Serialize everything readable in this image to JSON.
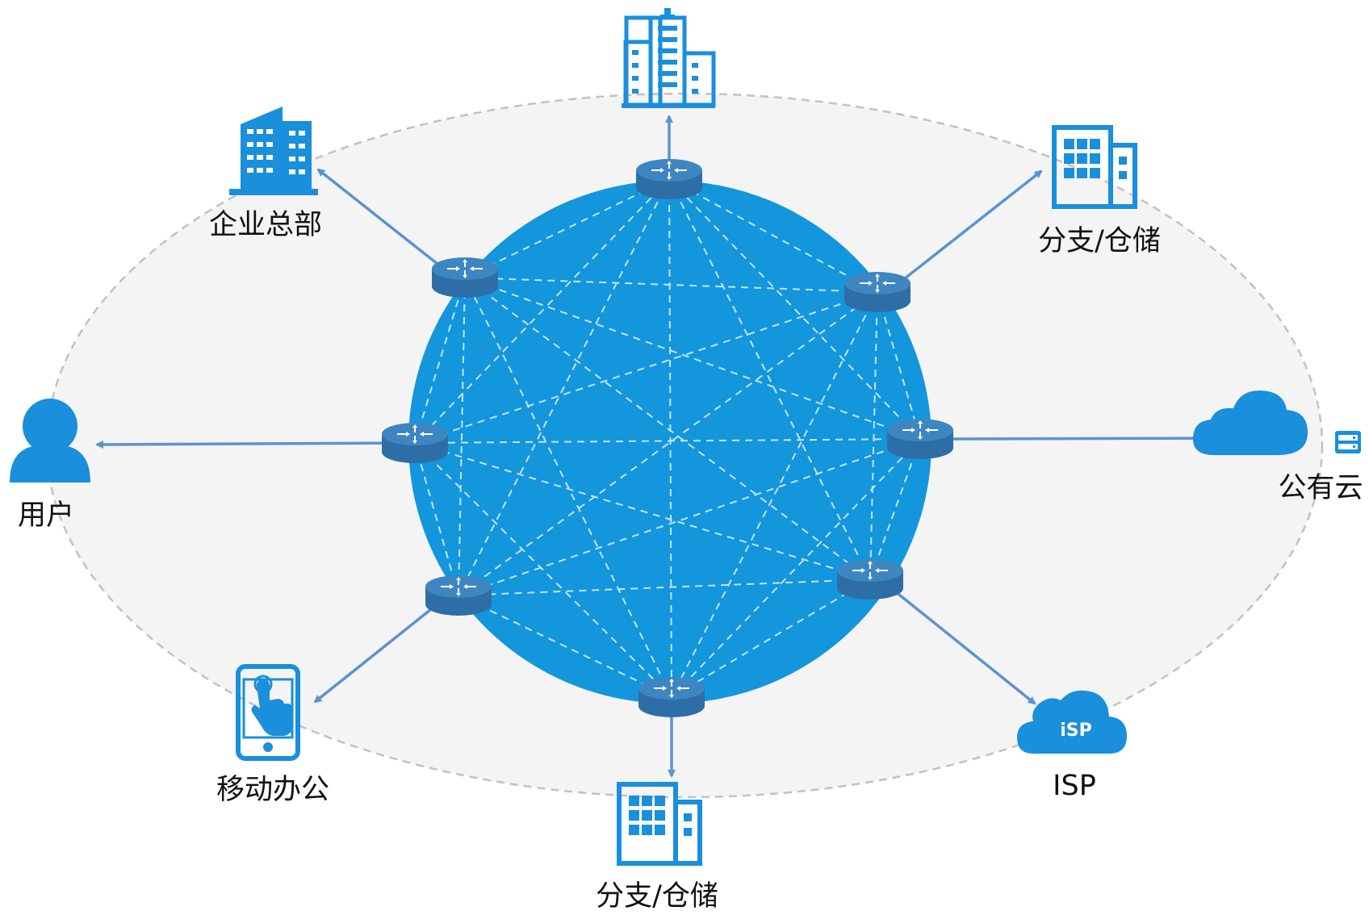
{
  "colors": {
    "core": "#1396DB",
    "icon": "#1A8FDB",
    "link": "#5A93D3",
    "router_top": "#3E86C2",
    "router_side": "#2E6EA6",
    "ellipse_fill": "#F4F4F4",
    "ellipse_stroke": "#C2C2C2",
    "mesh": "#C6E2F7"
  },
  "routers": [
    "r-top",
    "r-upper-right",
    "r-right",
    "r-lower-right",
    "r-bottom",
    "r-lower-left",
    "r-left",
    "r-upper-left"
  ],
  "nodes": [
    {
      "id": "hq",
      "icon": "building-tower-icon",
      "label": "企业总部"
    },
    {
      "id": "dc-top",
      "icon": "building-tall-icon",
      "label": ""
    },
    {
      "id": "branch-top",
      "icon": "building-block-icon",
      "label": "分支/仓储"
    },
    {
      "id": "public-cloud",
      "icon": "cloud-server-icon",
      "label": "公有云"
    },
    {
      "id": "isp",
      "icon": "cloud-isp-icon",
      "label": "ISP",
      "badge": "iSP"
    },
    {
      "id": "branch-bottom",
      "icon": "building-block-icon",
      "label": "分支/仓储"
    },
    {
      "id": "mobile",
      "icon": "smartphone-touch-icon",
      "label": "移动办公"
    },
    {
      "id": "user",
      "icon": "user-icon",
      "label": "用户"
    }
  ]
}
